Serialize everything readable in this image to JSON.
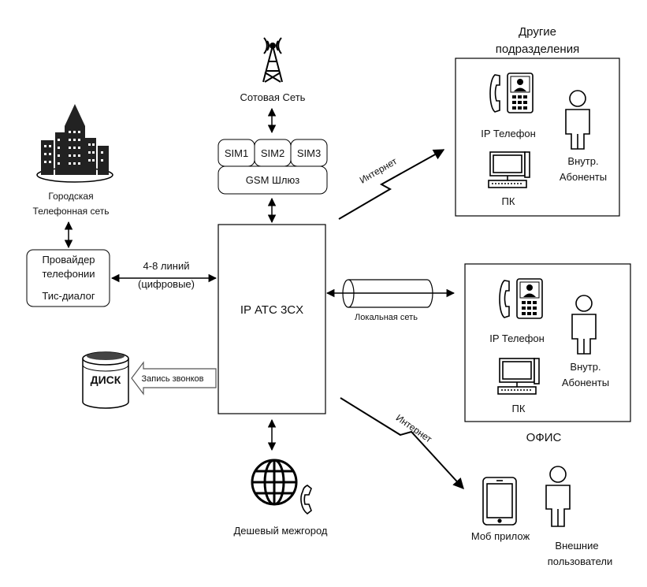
{
  "labels": {
    "cellular_network": "Сотовая Сеть",
    "sim1": "SIM1",
    "sim2": "SIM2",
    "sim3": "SIM3",
    "gsm_gateway": "GSM Шлюз",
    "city_network_line1": "Городская",
    "city_network_line2": "Телефонная сеть",
    "provider_line1": "Провайдер",
    "provider_line2": "телефонии",
    "provider_line3": "Тис-диалог",
    "lines_line1": "4-8 линий",
    "lines_line2": "(цифровые)",
    "pbx": "IP АТС 3CX",
    "disk": "ДИСК",
    "call_recording": "Запись звонков",
    "cheap_long_distance": "Дешевый межгород",
    "internet_top": "Интернет",
    "internet_bottom": "Интернет",
    "local_network": "Локальная сеть",
    "other_depts_line1": "Другие",
    "other_depts_line2": "подразделения",
    "ip_phone_1": "IP Телефон",
    "pc_1": "ПК",
    "internal_line1_1": "Внутр.",
    "internal_line2_1": "Абоненты",
    "ip_phone_2": "IP Телефон",
    "pc_2": "ПК",
    "internal_line1_2": "Внутр.",
    "internal_line2_2": "Абоненты",
    "office": "ОФИС",
    "mobile_app": "Моб прилож",
    "external_line1": "Внешние",
    "external_line2": "пользователи"
  },
  "icons": {
    "cell_tower": "cell-tower-icon",
    "building": "city-buildings-icon",
    "disk": "disk-drum-icon",
    "globe": "globe-icon",
    "handset": "handset-icon",
    "ip_phone": "ip-phone-icon",
    "pc": "computer-icon",
    "person": "person-icon",
    "tablet": "tablet-icon"
  }
}
